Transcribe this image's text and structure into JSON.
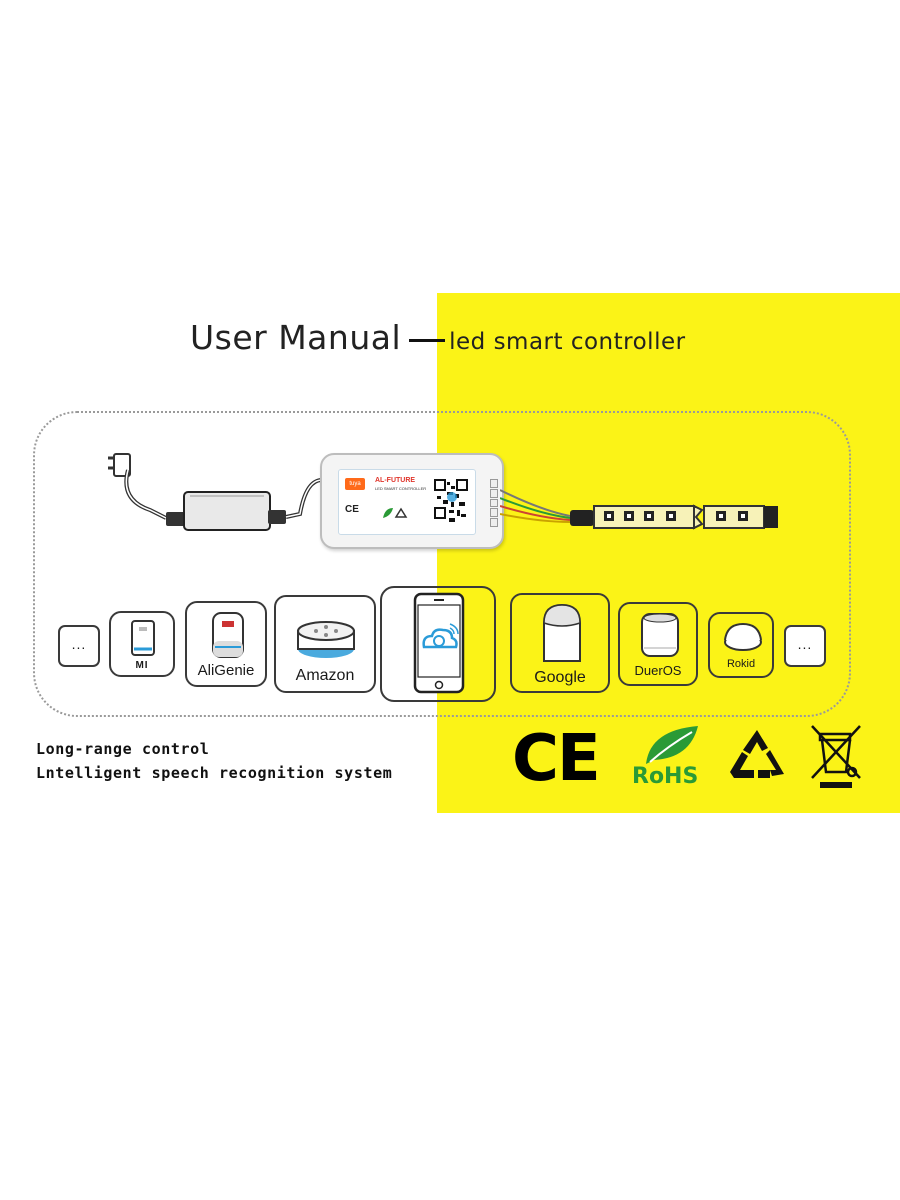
{
  "title": {
    "main": "User Manual",
    "sub": "led smart controller"
  },
  "controller": {
    "brand": "AL-FUTURE",
    "subbrand": "LED SMART CONTROLLER",
    "tuya": "tuya",
    "ce": "CE"
  },
  "devices": {
    "left_more": "...",
    "mi": "MI",
    "aligenie": "AliGenie",
    "amazon": "Amazon",
    "google": "Google",
    "dueros": "DuerOS",
    "rokid": "Rokid",
    "right_more": "..."
  },
  "features": [
    "Long-range control",
    "Lntelligent speech recognition system"
  ],
  "certifications": {
    "ce": "CE",
    "rohs": "RoHS"
  },
  "colors": {
    "panel_yellow": "#fbf317",
    "rohs_green": "#2a9a36",
    "cloud_blue": "#2a9bd8"
  },
  "icons": [
    "power-plug-icon",
    "adapter-icon",
    "qr-code-icon",
    "led-strip-icon",
    "smart-speaker-icon",
    "smartphone-icon",
    "cloud-icon",
    "wifi-icon",
    "recycle-icon",
    "weee-bin-icon",
    "rohs-leaf-icon"
  ]
}
